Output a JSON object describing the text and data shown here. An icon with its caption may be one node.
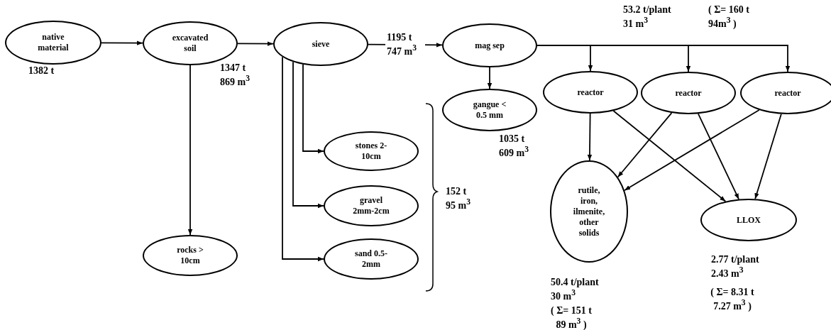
{
  "diagram": {
    "nodes": [
      {
        "text": [
          "native material"
        ],
        "beside": [
          "1382 t"
        ]
      },
      {
        "text": [
          "excavated soil"
        ]
      },
      {
        "text": [
          "sieve"
        ]
      },
      {
        "text": [
          "mag sep"
        ]
      },
      {
        "text": [
          "gangue < 0.5 mm"
        ],
        "beside": [
          "1035 t 609 m$^{3}$"
        ]
      },
      {
        "text": [
          "reactor"
        ]
      },
      {
        "text": [
          "reactor"
        ]
      },
      {
        "text": [
          "reactor"
        ]
      },
      {
        "text": [
          "stones 2-10cm"
        ]
      },
      {
        "text": [
          "gravel 2mm-2cm"
        ]
      },
      {
        "text": [
          "sand 0.5-2mm"
        ]
      },
      {
        "text": [
          "rocks > 10cm"
        ]
      },
      {
        "text": [
          "rutile, iron, ilmenite, other solids"
        ],
        "beside": [
          "50.4 t/plant 30 m$^{3}$",
          "( Σ= 151 t 89 m$^{3}$ )"
        ]
      },
      {
        "text": [
          "LLOX"
        ],
        "beside": [
          "2.77 t/plant 2.43 m$^{3}$",
          "( Σ= 8.31 t 7.27 m$^{3}$ )"
        ]
      }
    ],
    "edges": [
      {
        "from": 0,
        "to": 1,
        "arrow": "to"
      },
      {
        "from": 1,
        "to": 2,
        "arrow": "to"
      },
      {
        "from": 2,
        "to": 3,
        "arrow": "to",
        "label": "1195 t 747 m$^{3}$"
      },
      {
        "from": 3,
        "to": 4,
        "arrow": "to"
      },
      {
        "from": 3,
        "to": 5,
        "arrow": "to"
      },
      {
        "from": 3,
        "to": 6,
        "arrow": "to"
      },
      {
        "from": 3,
        "to": 7,
        "arrow": "to"
      },
      {
        "from": 2,
        "to": 8,
        "arrow": "to"
      },
      {
        "from": 2,
        "to": 9,
        "arrow": "to"
      },
      {
        "from": 2,
        "to": 10,
        "arrow": "to"
      },
      {
        "from": 1,
        "to": 11,
        "arrow": "to"
      },
      {
        "from": 5,
        "to": 12,
        "arrow": "to"
      },
      {
        "from": 5,
        "to": 13,
        "arrow": "to"
      },
      {
        "from": 6,
        "to": 12,
        "arrow": "to"
      },
      {
        "from": 6,
        "to": 13,
        "arrow": "to"
      },
      {
        "from": 7,
        "to": 12,
        "arrow": "to"
      },
      {
        "from": 7,
        "to": 13,
        "arrow": "to"
      }
    ],
    "labels": [
      "1347 t 869 m$^{3}$",
      "53.2 t/plant 31 m$^{3}$",
      "( Σ= 160 t 94m$^{3}$ )",
      "152 t 95 m$^{3}$"
    ]
  }
}
